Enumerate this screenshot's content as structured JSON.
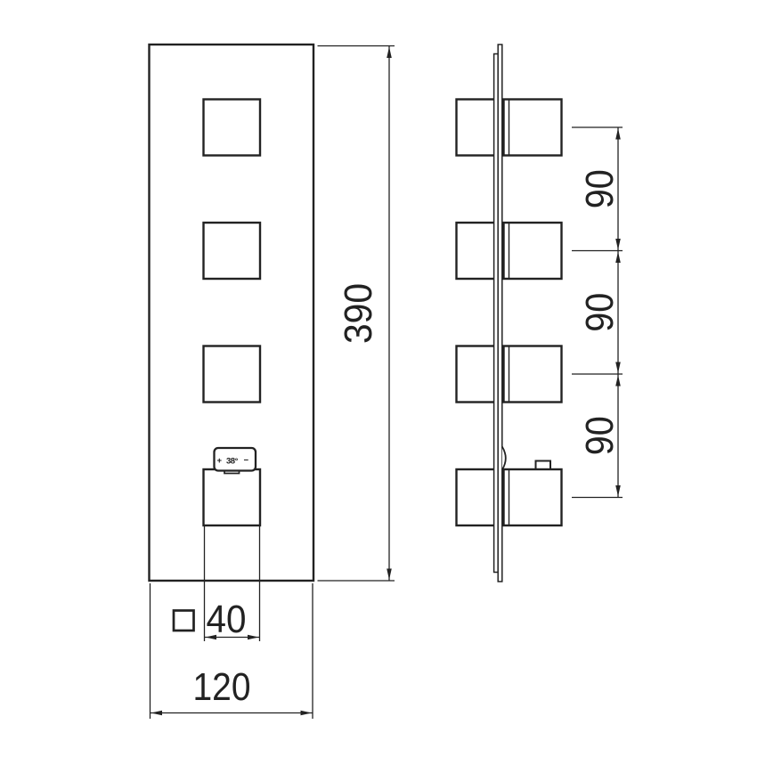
{
  "diagram": {
    "subject": "Thermostatic shower mixer trim plate - dimensional drawing, front and side views",
    "background": "#ffffff",
    "line_color": "#222222",
    "views": {
      "front": "front view with 4 square knobs",
      "side": "side profile view with 4 protruding knobs"
    }
  },
  "dimensions": {
    "plate_height": {
      "label": "390"
    },
    "plate_width": {
      "label": "120"
    },
    "knob_size": {
      "label": "40",
      "symbol": "□"
    },
    "knob_spacing": [
      {
        "label": "90"
      },
      {
        "label": "90"
      },
      {
        "label": "90"
      }
    ]
  },
  "front_view": {
    "temp_indicator": {
      "plus": "+",
      "value": "38°",
      "minus": "−"
    }
  }
}
